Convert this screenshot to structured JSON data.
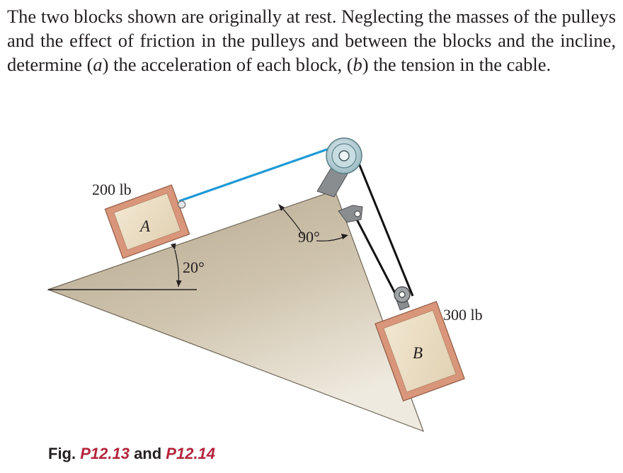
{
  "problem": {
    "part1": "The two blocks shown are originally at rest. Neglecting the masses of the pulleys and the effect of friction in the pulleys and between the blocks and the incline, determine (",
    "a_label": "a",
    "part2": ") the acceleration of each block, (",
    "b_label": "b",
    "part3": ") the tension in the cable."
  },
  "figure": {
    "block_a": {
      "name": "A",
      "weight": "200 lb"
    },
    "block_b": {
      "name": "B",
      "weight": "300 lb"
    },
    "incline_angle": "20°",
    "apex_angle": "90°",
    "colors": {
      "wedge": "#c7bba4",
      "block_frame": "#d9967a",
      "block_face": "#e9dcc2",
      "cable_a": "#1e9ad6",
      "cable_b": "#111111",
      "bracket": "#8a8d90"
    }
  },
  "caption": {
    "prefix": "Fig. ",
    "ref1": "P12.13",
    "joiner": " and ",
    "ref2": "P12.14"
  }
}
